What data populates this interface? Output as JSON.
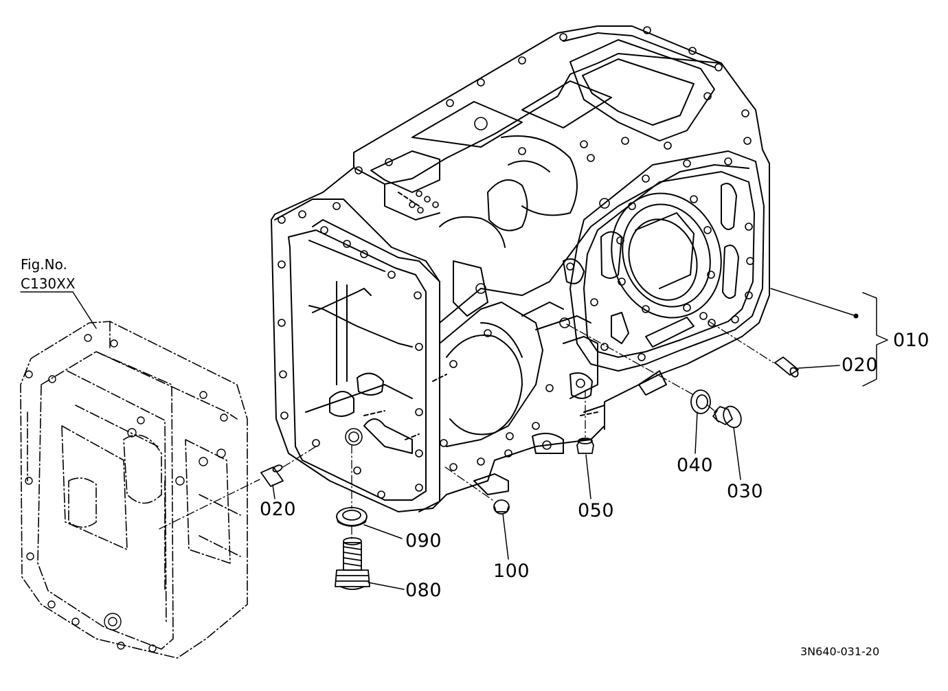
{
  "figure_reference": {
    "line1": "Fig.No.",
    "line2": "C130XX"
  },
  "callouts": [
    {
      "id": "010",
      "text": "010"
    },
    {
      "id": "020a",
      "text": "020"
    },
    {
      "id": "020b",
      "text": "020"
    },
    {
      "id": "030",
      "text": "030"
    },
    {
      "id": "040",
      "text": "040"
    },
    {
      "id": "050",
      "text": "050"
    },
    {
      "id": "080",
      "text": "080"
    },
    {
      "id": "090",
      "text": "090"
    },
    {
      "id": "100",
      "text": "100"
    }
  ],
  "drawing_code": "3N640-031-20",
  "colors": {
    "line": "#000000",
    "background": "#ffffff"
  }
}
